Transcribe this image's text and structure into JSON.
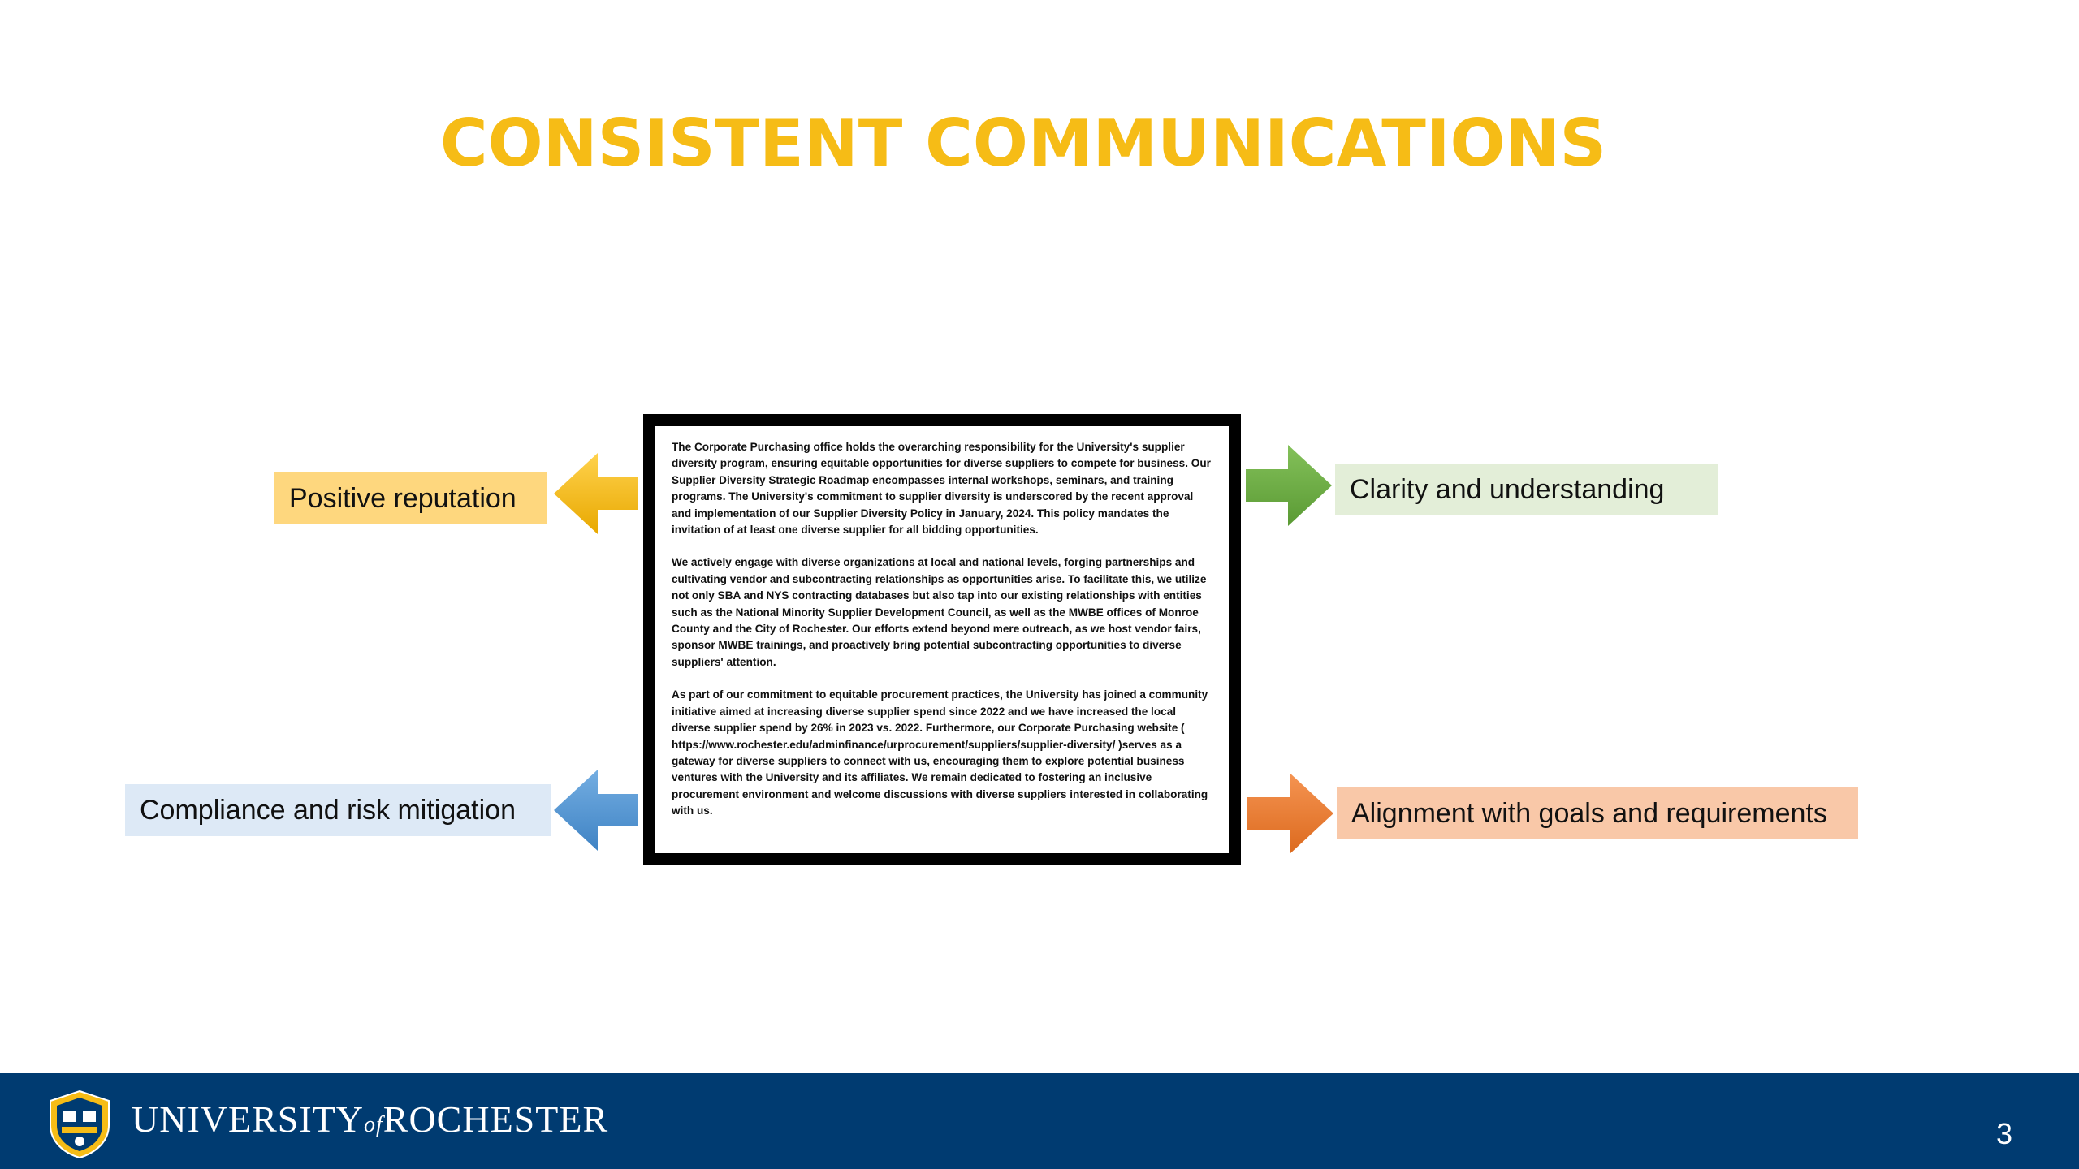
{
  "slide": {
    "title": "CONSISTENT COMMUNICATIONS",
    "page_number": "3"
  },
  "center_text": {
    "paragraphs": [
      "The Corporate Purchasing office holds the overarching responsibility for the University's supplier diversity program, ensuring equitable opportunities for diverse suppliers to compete for business. Our Supplier Diversity Strategic Roadmap encompasses internal workshops, seminars, and training programs. The University's commitment to supplier diversity is underscored by the recent approval and implementation of our Supplier Diversity Policy in January, 2024. This policy mandates the invitation of at least one diverse supplier for all bidding opportunities.",
      "We actively engage with diverse organizations at local and national levels, forging partnerships and cultivating vendor and subcontracting relationships as opportunities arise. To facilitate this, we utilize not only SBA and NYS contracting databases but also tap into our existing relationships with entities such as the National Minority Supplier Development Council, as well as the MWBE offices of Monroe County and the City of Rochester. Our efforts extend beyond mere outreach, as we host vendor fairs, sponsor MWBE trainings, and proactively bring potential subcontracting opportunities to diverse suppliers' attention.",
      "As part of our commitment to equitable procurement practices, the University has joined a community initiative aimed at increasing diverse supplier spend since 2022 and we have increased the local diverse supplier spend by 26% in 2023 vs. 2022.  Furthermore, our Corporate Purchasing website ( https://www.rochester.edu/adminfinance/urprocurement/suppliers/supplier-diversity/ )serves as a gateway for diverse suppliers to connect with us, encouraging them to explore potential business ventures with the University and its affiliates. We remain dedicated to fostering an inclusive procurement environment and welcome discussions with diverse suppliers interested in collaborating with us."
    ]
  },
  "labels": {
    "positive_reputation": "Positive reputation",
    "clarity": "Clarity and understanding",
    "compliance": "Compliance and risk mitigation",
    "alignment": "Alignment with goals and requirements"
  },
  "footer": {
    "logo_main": "UNIVERSITY",
    "logo_of": "of",
    "logo_rest": "ROCHESTER"
  },
  "colors": {
    "title": "#f6bc16",
    "footer_bg": "#003b71",
    "arrow_yellow": "#f6bc16",
    "arrow_green": "#70ad47",
    "arrow_blue": "#5b9bd5",
    "arrow_orange": "#ed7d31"
  }
}
